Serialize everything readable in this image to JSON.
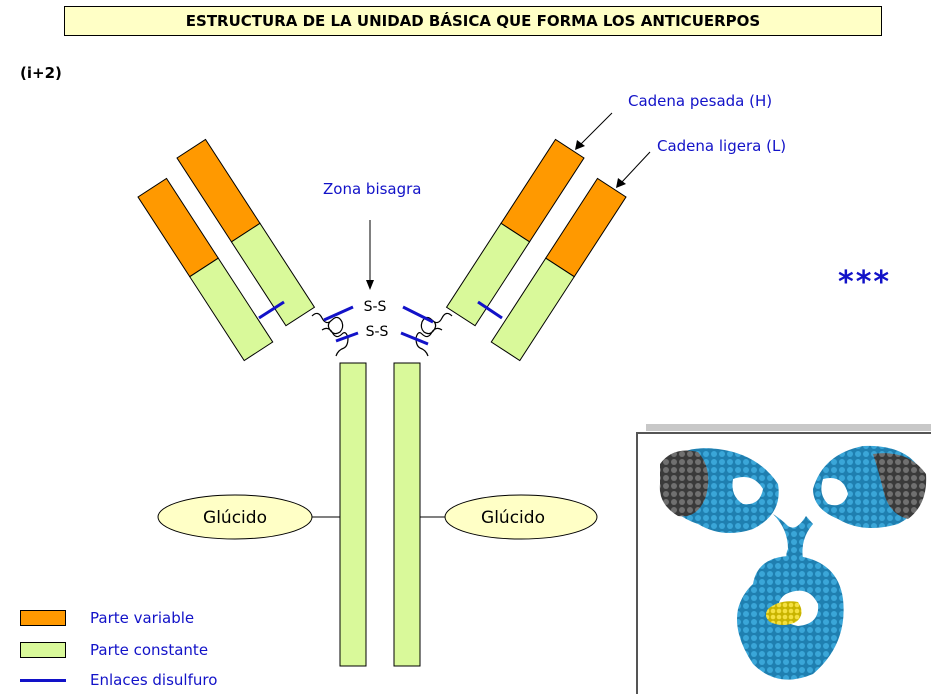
{
  "title": "ESTRUCTURA DE LA UNIDAD BÁSICA QUE FORMA LOS ANTICUERPOS",
  "reference": "(i+2)",
  "labels": {
    "heavy_chain": "Cadena pesada (H)",
    "light_chain": "Cadena ligera (L)",
    "hinge": "Zona bisagra",
    "ss_top": "S-S",
    "ss_bottom": "S-S",
    "glycan_left": "Glúcido",
    "glycan_right": "Glúcido",
    "stars": "***"
  },
  "legend": [
    {
      "label": "Parte variable",
      "color": "#ff9900"
    },
    {
      "label": "Parte constante",
      "color": "#d9f99a"
    },
    {
      "label": "Enlaces disulfuro",
      "color": "#1212c8"
    }
  ],
  "colors": {
    "variable": "#ff9900",
    "constant": "#d9f99a",
    "disulfide": "#1212c8",
    "title_bg": "#ffffc6",
    "protein_main": "#2a8cc0",
    "protein_gray": "#555555",
    "protein_yellow": "#e8d21a"
  }
}
